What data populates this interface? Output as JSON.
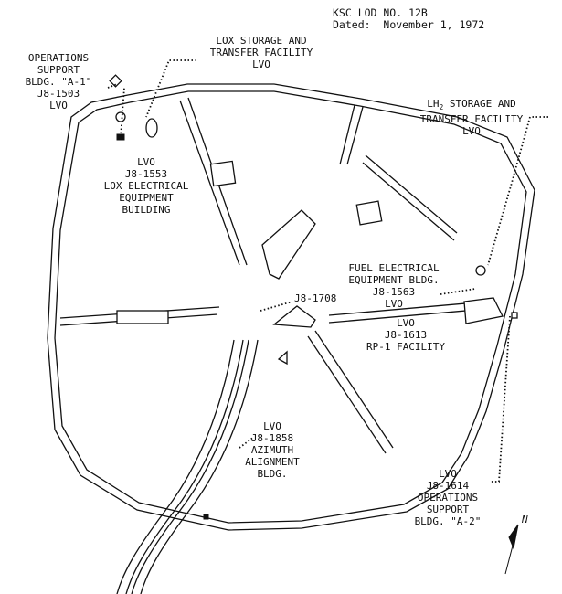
{
  "document": {
    "lod_number": "KSC LOD NO. 12B",
    "dated_label": "Dated:",
    "dated_value": "November 1, 1972"
  },
  "labels": {
    "ops_a1": [
      "OPERATIONS",
      "SUPPORT",
      "BLDG. \"A-1\"",
      "J8-1503",
      "LVO"
    ],
    "lox_storage": [
      "LOX STORAGE AND",
      "TRANSFER FACILITY",
      "LVO"
    ],
    "lh2_storage": {
      "line1_pre": "LH",
      "line1_sub": "2",
      "line1_post": " STORAGE AND",
      "line2": "TRANSFER FACILITY",
      "line3": "LVO"
    },
    "lox_electrical": [
      "LVO",
      "J8-1553",
      "LOX ELECTRICAL",
      "EQUIPMENT",
      "BUILDING"
    ],
    "fuel_electrical": [
      "FUEL ELECTRICAL",
      "EQUIPMENT BLDG.",
      "J8-1563",
      "LVO"
    ],
    "rp1": [
      "LVO",
      "J8-1613",
      "RP-1 FACILITY"
    ],
    "pad_center": "J8-1708",
    "azimuth": [
      "LVO",
      "J8-1858",
      "AZIMUTH",
      "ALIGNMENT",
      "BLDG."
    ],
    "ops_a2": [
      "LVO",
      "J8-1614",
      "OPERATIONS",
      "SUPPORT",
      "BLDG. \"A-2\""
    ],
    "north": "N"
  }
}
